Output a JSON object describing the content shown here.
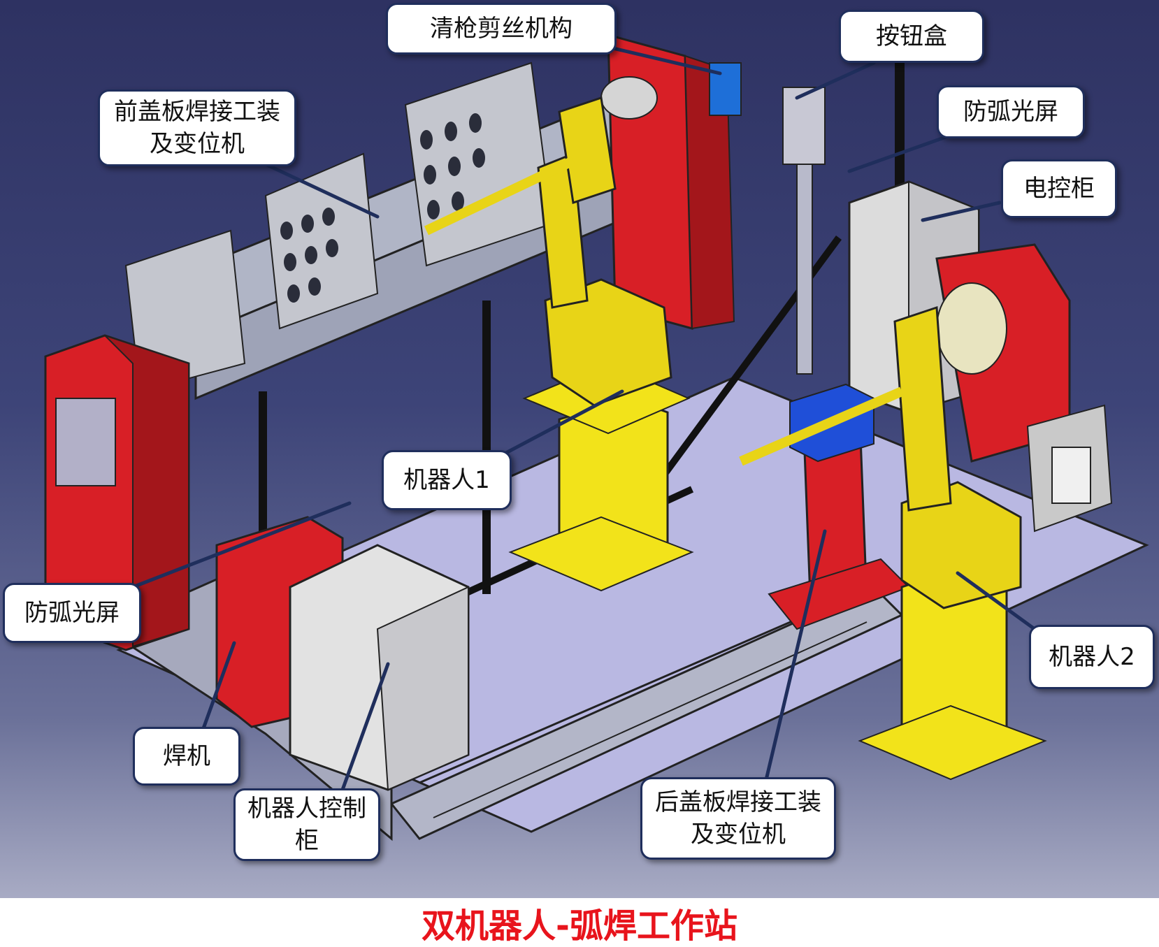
{
  "caption": "双机器人-弧焊工作站",
  "labels": {
    "gun_cleaning": "清枪剪丝机构",
    "button_box": "按钮盒",
    "front_fixture": "前盖板焊接工装及变位机",
    "arc_screen_top": "防弧光屏",
    "control_cabinet": "电控柜",
    "robot1": "机器人1",
    "arc_screen_left": "防弧光屏",
    "robot2": "机器人2",
    "welder": "焊机",
    "robot_controller": "机器人控制柜",
    "rear_fixture": "后盖板焊接工装及变位机"
  },
  "colors": {
    "caption": "#e8141c",
    "robot": "#f2e31a",
    "positioner": "#d81f26",
    "frame": "#a9aec4",
    "floor": "#b8b8e0",
    "blue_box": "#1f4fd8"
  }
}
